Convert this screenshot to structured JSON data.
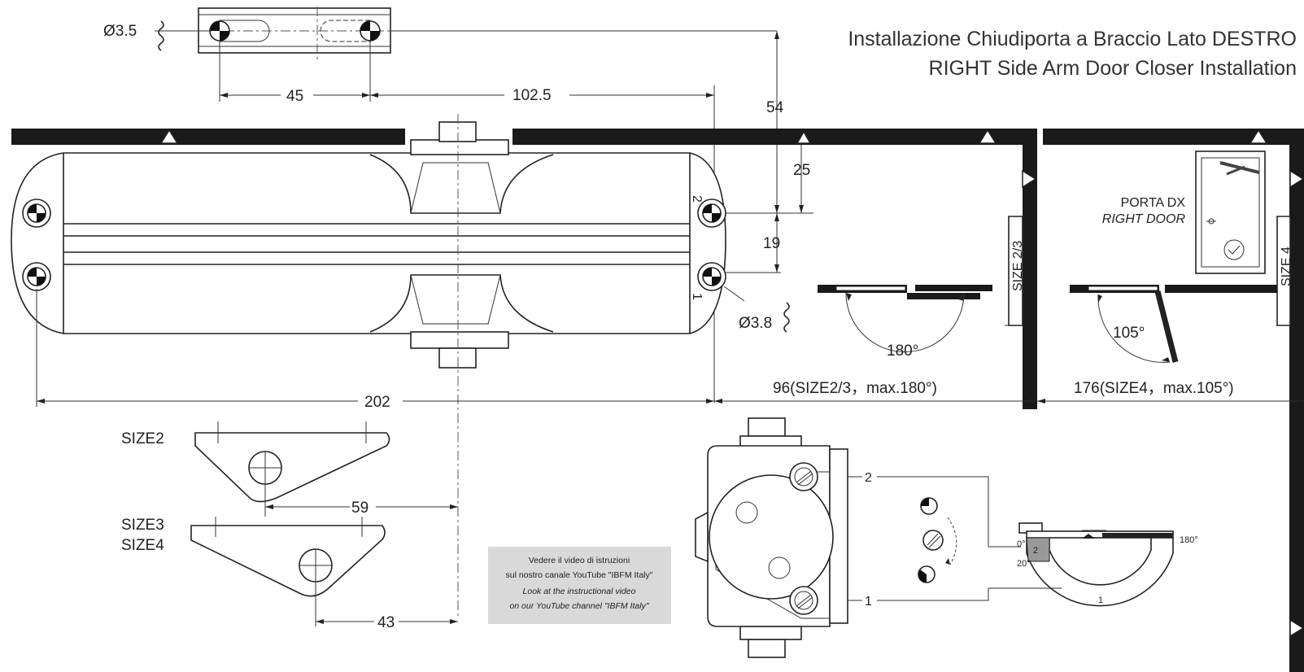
{
  "title": {
    "line1": "Installazione Chiudiporta a Braccio Lato DESTRO",
    "line2": "RIGHT Side Arm Door Closer Installation"
  },
  "dimensions": {
    "hole_top": "Ø3.5",
    "hole_side": "Ø3.8",
    "d45": "45",
    "d102_5": "102.5",
    "d54": "54",
    "d25": "25",
    "d19": "19",
    "d202": "202",
    "d59": "59",
    "d43": "43",
    "size23_span": "96(SIZE2/3，max.180°)",
    "size4_span": "176(SIZE4，max.105°)"
  },
  "labels": {
    "pos1": "1",
    "pos2": "2",
    "angle180": "180°",
    "angle105": "105°",
    "size2": "SIZE2",
    "size3": "SIZE3",
    "size4": "SIZE4",
    "wall_size23": "SIZE 2/3",
    "wall_size4": "SIZE 4",
    "porta_dx": "PORTA DX",
    "right_door": "RIGHT DOOR"
  },
  "video_note": {
    "line1": "Vedere il video di istruzioni",
    "line2": "sul nostro canale YouTube \"IBFM Italy\"",
    "line3": "Look at the instructional video",
    "line4": "on our YouTube channel \"IBFM Italy\""
  },
  "valve_diagram": {
    "v2": "2",
    "v1": "1",
    "a0": "0°",
    "a20": "20°",
    "a180": "180°",
    "zone2": "2",
    "zone1": "1"
  },
  "colors": {
    "line": "#222222",
    "wall": "#1a1a1a",
    "note_bg": "#d9d9d9"
  }
}
